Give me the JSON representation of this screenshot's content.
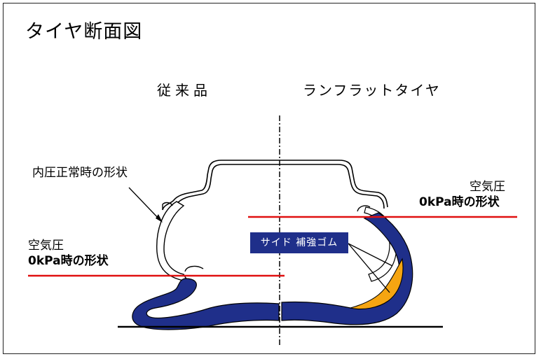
{
  "title": "タイヤ断面図",
  "columns": {
    "left": "従来品",
    "right": "ランフラットタイヤ"
  },
  "labels": {
    "normal_shape": "内圧正常時の形状",
    "zero_pressure_left_line1": "空気圧",
    "zero_pressure_left_line2": "0kPa時の形状",
    "zero_pressure_right_line1": "空気圧",
    "zero_pressure_right_line2": "0kPa時の形状",
    "side_reinforcement": "サイド 補強ゴム"
  },
  "colors": {
    "tire_deflated": "#1f2f8a",
    "reinforcement_rubber": "#f5a512",
    "zero_pressure_line": "#e01010",
    "insert_label_bg": "#1f2f8a"
  }
}
